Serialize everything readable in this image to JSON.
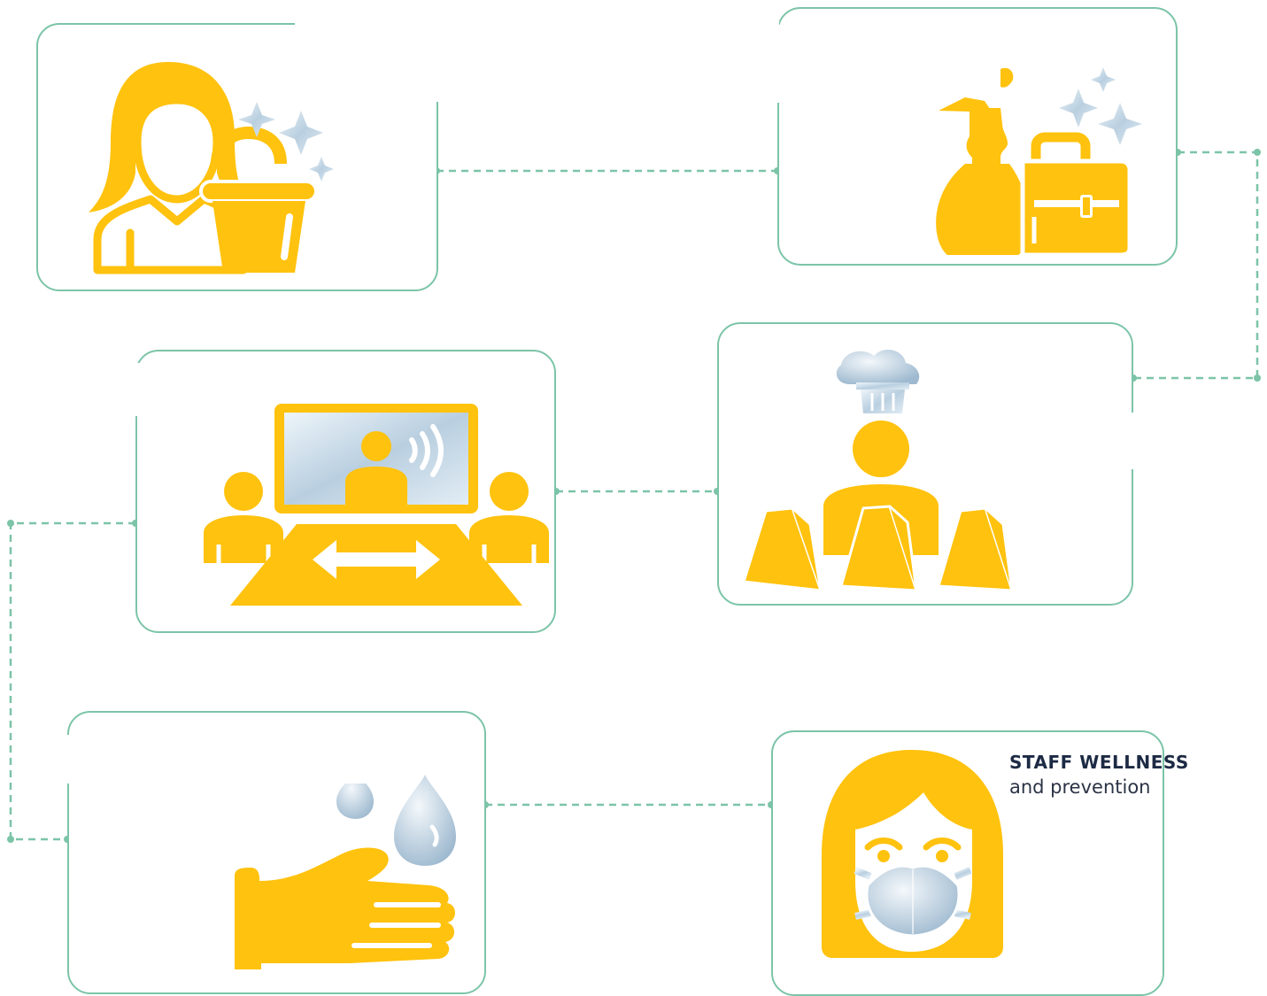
{
  "colors": {
    "accent": "#ffc20e",
    "frame": "#7cc4a8",
    "text": "#1d2a44",
    "ice": "#c5d9e6"
  },
  "cards": [
    {
      "id": "cleaning-staff",
      "icon": "cleaning-staff-icon"
    },
    {
      "id": "cleaning-supplies",
      "icon": "spray-bottle-briefcase-icon"
    },
    {
      "id": "packed-meals",
      "icon": "chef-packed-meals-icon"
    },
    {
      "id": "remote-meeting",
      "icon": "video-conference-icon"
    },
    {
      "id": "hand-hygiene",
      "icon": "glove-water-drop-icon"
    },
    {
      "id": "staff-wellness",
      "icon": "face-mask-icon",
      "title": "STAFF WELLNESS",
      "subtitle": "and prevention"
    }
  ]
}
